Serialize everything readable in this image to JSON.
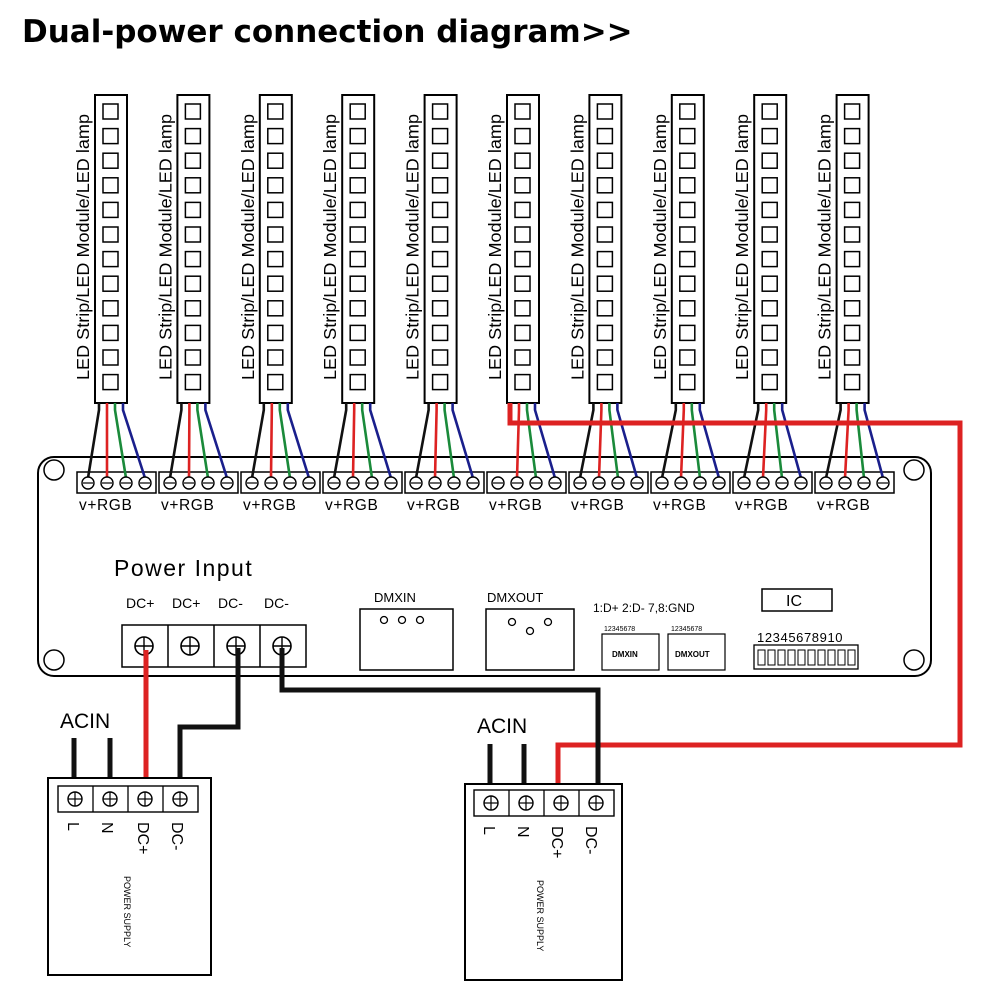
{
  "title": "Dual-power connection diagram>>",
  "strip_label": "LED Strip/LED Module/LED lamp",
  "channel_label": "v+RGB",
  "power_input": {
    "label": "Power Input",
    "terminals": [
      "DC+",
      "DC+",
      "DC-",
      "DC-"
    ]
  },
  "dmx": {
    "in_label": "DMXIN",
    "out_label": "DMXOUT",
    "pin_note": "1:D+ 2:D- 7,8:GND",
    "in_pins": "12345678",
    "out_pins": "12345678",
    "in_box": "DMXIN",
    "out_box": "DMXOUT"
  },
  "ic": {
    "label": "IC",
    "dip_numbers": "12345678910"
  },
  "supplies": [
    {
      "acin": "ACIN",
      "terminals": [
        "L",
        "N",
        "DC+",
        "DC-"
      ],
      "caption": "POWER SUPPLY"
    },
    {
      "acin": "ACIN",
      "terminals": [
        "L",
        "N",
        "DC+",
        "DC-"
      ],
      "caption": "POWER SUPPLY"
    }
  ],
  "colors": {
    "red": "#dd2222",
    "green": "#1a8a3a",
    "blue": "#1a1f8c",
    "black": "#111111"
  }
}
